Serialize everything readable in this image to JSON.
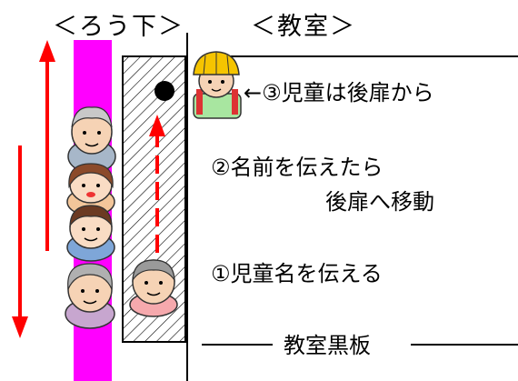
{
  "headers": {
    "corridor": "＜ろう下＞",
    "classroom": "＜教室＞"
  },
  "steps": {
    "step3": "←③児童は後扉から",
    "step2_line1": "②名前を伝えたら",
    "step2_line2": "後扉へ移動",
    "step1": "①児童名を伝える"
  },
  "blackboard_label": "教室黒板",
  "colors": {
    "magenta_lane": "#ff00ff",
    "red_arrow": "#ff0000",
    "helmet_yellow": "#f5c400",
    "child_shirt_green": "#a8e6a0",
    "teacher_shirt_pink": "#f6a9ad"
  },
  "icons": {
    "parent_figures": "grandparent-and-parent-faces",
    "child_figure": "child-with-yellow-helmet",
    "teacher_figure": "teacher-face",
    "rear_door_marker": "black-dot"
  }
}
